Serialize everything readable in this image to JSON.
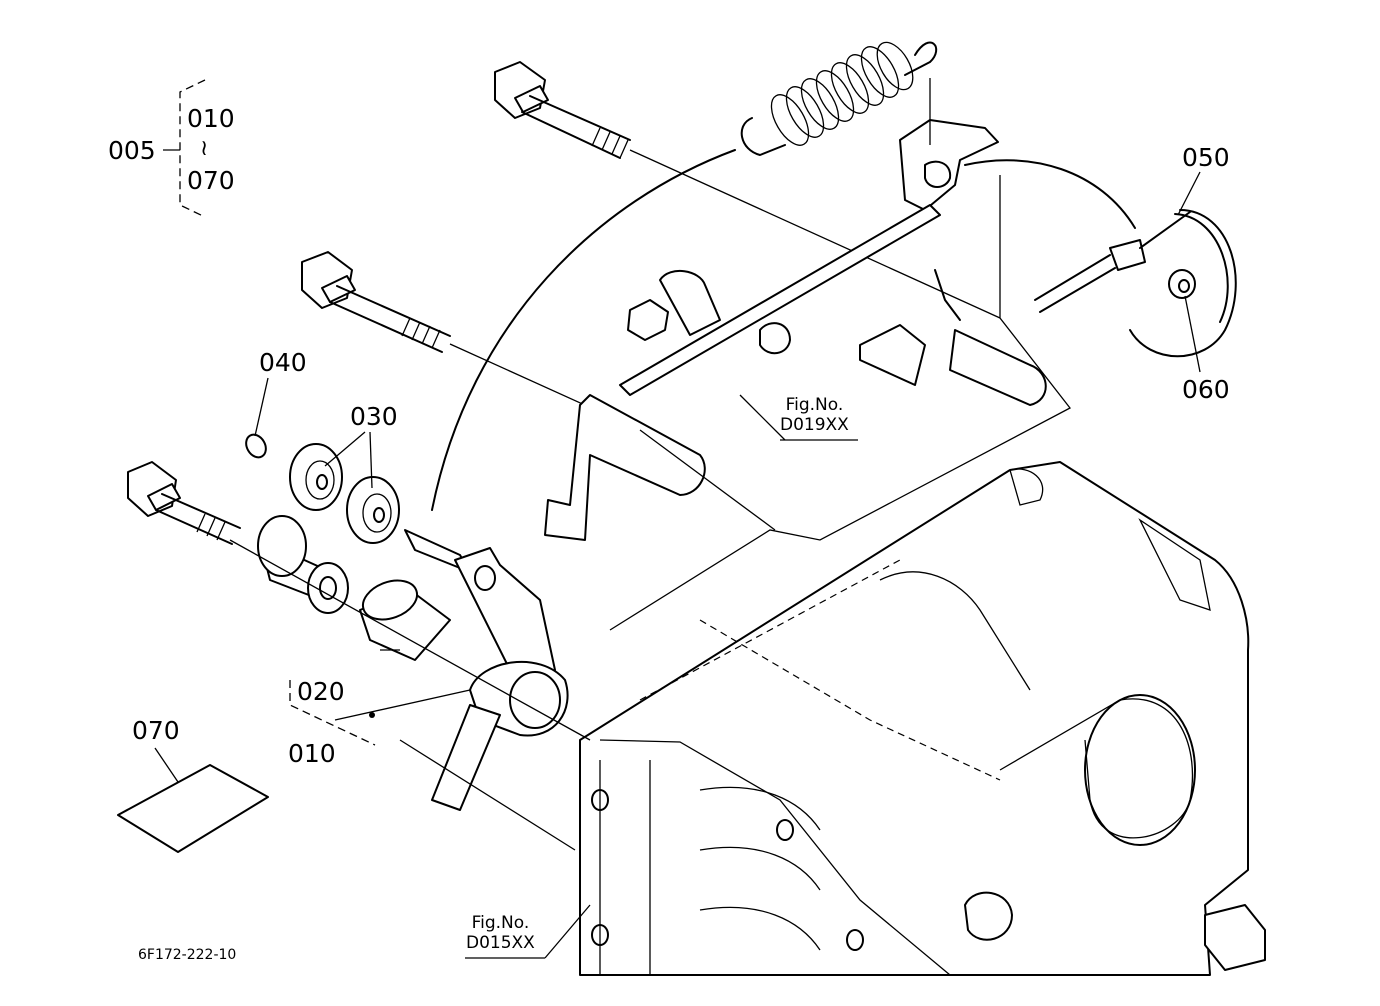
{
  "labels": {
    "assy": "005",
    "range_from": "010",
    "range_sep": "≀",
    "range_to": "070",
    "p040": "040",
    "p030": "030",
    "p020": "020",
    "p010": "010",
    "p050": "050",
    "p060": "060",
    "p070": "070"
  },
  "refs": {
    "fig1_line1": "Fig.No.",
    "fig1_line2": "D019XX",
    "fig2_line1": "Fig.No.",
    "fig2_line2": "D015XX"
  },
  "drawing_code": "6F172-222-10"
}
